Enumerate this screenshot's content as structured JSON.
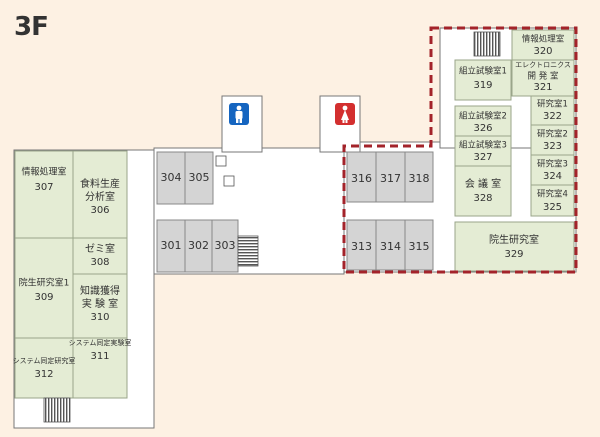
{
  "floor": "3F",
  "icons": {
    "mens_restroom_color": "#1565c0",
    "womens_restroom_color": "#d32f2f",
    "highlight_color": "#a3232a"
  },
  "rooms": {
    "r301": "301",
    "r302": "302",
    "r303": "303",
    "r304": "304",
    "r305": "305",
    "r313": "313",
    "r314": "314",
    "r315": "315",
    "r316": "316",
    "r317": "317",
    "r318": "318",
    "r307_name": "情報処理室",
    "r307_num": "307",
    "r306_name1": "食料生産",
    "r306_name2": "分析室",
    "r306_num": "306",
    "r308_name": "ゼミ室",
    "r308_num": "308",
    "r309_name": "院生研究室1",
    "r309_num": "309",
    "r310_name1": "知識獲得",
    "r310_name2": "実 験 室",
    "r310_num": "310",
    "r311_name": "システム同定実験室",
    "r311_num": "311",
    "r312_name": "システム同定研究室",
    "r312_num": "312",
    "r320_name": "情報処理室",
    "r320_num": "320",
    "r321_name1": "エレクトロニクス",
    "r321_name2": "開 発 室",
    "r321_num": "321",
    "r319_name": "組立試験室1",
    "r319_num": "319",
    "r326_name": "組立試験室2",
    "r326_num": "326",
    "r327_name": "組立試験室3",
    "r327_num": "327",
    "r328_name": "会 議 室",
    "r328_num": "328",
    "r322_name": "研究室1",
    "r322_num": "322",
    "r323_name": "研究室2",
    "r323_num": "323",
    "r324_name": "研究室3",
    "r324_num": "324",
    "r325_name": "研究室4",
    "r325_num": "325",
    "r329_name": "院生研究室",
    "r329_num": "329"
  }
}
